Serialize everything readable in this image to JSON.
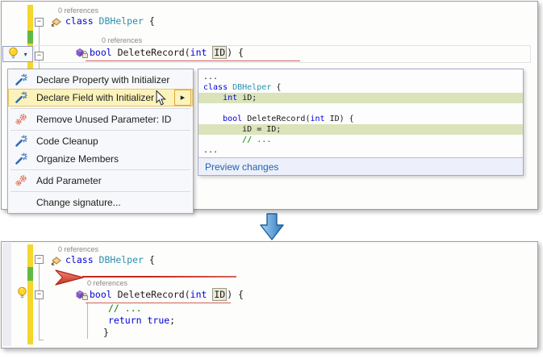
{
  "colors": {
    "keyword": "#0000db",
    "type_name": "#2b91af",
    "comment": "#008000",
    "change_bar_yellow": "#f4d62c",
    "change_bar_green": "#61ba47",
    "menu_highlight": "#fcf3bb",
    "preview_added_line": "#dae3ba",
    "marker_red": "#c6281c",
    "link_blue": "#1e62b0"
  },
  "icons": {
    "lightbulb_dropdown": "▾",
    "submenu_arrow": "▶",
    "fold_collapse": "−"
  },
  "top_editor": {
    "codelens_class": "0 references",
    "codelens_method": "0 references",
    "class_line": [
      {
        "t": "class ",
        "c": "kw"
      },
      {
        "t": "DBHelper ",
        "c": "type"
      },
      {
        "t": "{",
        "c": "pl"
      }
    ],
    "method_line": [
      {
        "t": "bool ",
        "c": "kw"
      },
      {
        "t": "DeleteRecord(",
        "c": "pl"
      },
      {
        "t": "int ",
        "c": "kw"
      },
      {
        "t": "ID",
        "c": "boxed"
      },
      {
        "t": ") {",
        "c": "pl"
      }
    ]
  },
  "menu": {
    "items": [
      {
        "label": "Declare Property with Initializer",
        "icon": "wand"
      },
      {
        "label": "Declare Field with Initializer",
        "icon": "wand",
        "highlighted": true,
        "submenu": true
      },
      {
        "sep": true
      },
      {
        "label": "Remove Unused Parameter: ID",
        "icon": "gears"
      },
      {
        "sep": true
      },
      {
        "label": "Code Cleanup",
        "icon": "wand"
      },
      {
        "label": "Organize Members",
        "icon": "wand"
      },
      {
        "sep": true
      },
      {
        "label": "Add Parameter",
        "icon": "gears"
      },
      {
        "sep": true
      },
      {
        "label": "Change signature...",
        "icon": "none"
      }
    ]
  },
  "preview": {
    "lines": [
      {
        "tokens": [
          {
            "t": "...",
            "c": "pl"
          }
        ]
      },
      {
        "tokens": [
          {
            "t": "class ",
            "c": "kw"
          },
          {
            "t": "DBHelper ",
            "c": "type"
          },
          {
            "t": "{",
            "c": "pl"
          }
        ]
      },
      {
        "highlight": true,
        "tokens": [
          {
            "t": "    ",
            "c": "pl"
          },
          {
            "t": "int ",
            "c": "kw"
          },
          {
            "t": "iD;",
            "c": "pl"
          }
        ]
      },
      {
        "tokens": []
      },
      {
        "tokens": [
          {
            "t": "    ",
            "c": "pl"
          },
          {
            "t": "bool ",
            "c": "kw"
          },
          {
            "t": "DeleteRecord(",
            "c": "pl"
          },
          {
            "t": "int ",
            "c": "kw"
          },
          {
            "t": "ID) {",
            "c": "pl"
          }
        ]
      },
      {
        "highlight": true,
        "tokens": [
          {
            "t": "        iD = ID;",
            "c": "pl"
          }
        ]
      },
      {
        "tokens": [
          {
            "t": "        ",
            "c": "pl"
          },
          {
            "t": "// ...",
            "c": "cm"
          }
        ]
      },
      {
        "tokens": [
          {
            "t": "...",
            "c": "pl"
          }
        ]
      }
    ],
    "footer": "Preview changes"
  },
  "bottom_editor": {
    "codelens_class": "0 references",
    "codelens_method": "0 references",
    "class_line": [
      {
        "t": "class ",
        "c": "kw"
      },
      {
        "t": "DBHelper ",
        "c": "type"
      },
      {
        "t": "{",
        "c": "pl"
      }
    ],
    "method_line": [
      {
        "t": "bool ",
        "c": "kw"
      },
      {
        "t": "DeleteRecord(",
        "c": "pl"
      },
      {
        "t": "int ",
        "c": "kw"
      },
      {
        "t": "ID",
        "c": "boxed"
      },
      {
        "t": ") {",
        "c": "pl"
      }
    ],
    "comment_line": [
      {
        "t": "// ...",
        "c": "cm"
      }
    ],
    "return_line": [
      {
        "t": "return ",
        "c": "kw"
      },
      {
        "t": "true",
        "c": "kw"
      },
      {
        "t": ";",
        "c": "pl"
      }
    ],
    "closing_brace_line": [
      {
        "t": "}",
        "c": "pl"
      }
    ]
  }
}
